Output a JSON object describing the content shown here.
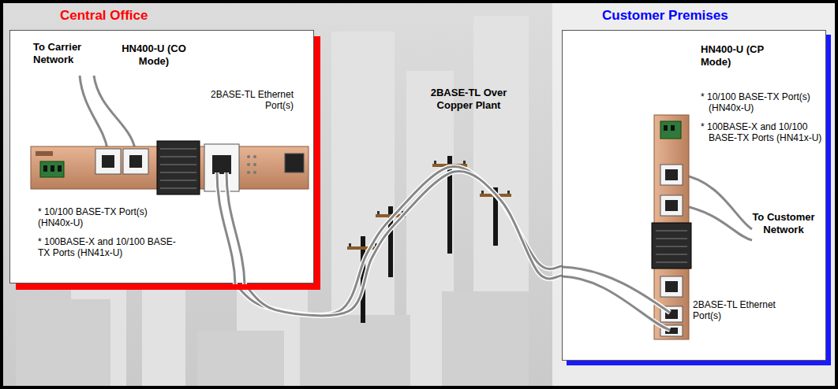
{
  "diagram": {
    "nodes": [
      {
        "text": [
          "Central Office"
        ]
      },
      {
        "text": [
          "Customer Premises"
        ]
      }
    ],
    "edges": [
      {
        "from": 0,
        "to": 1,
        "arrow": "none"
      }
    ],
    "labels": [
      "To Carrier Network",
      "HN400-U (CO Mode)",
      "2BASE-TL Ethernet Port(s)",
      "* 10/100 BASE-TX Port(s) (HN40x-U)",
      "* 100BASE-X and 10/100 BASE-TX Ports (HN41x-U)",
      "2BASE-TL Over Copper Plant",
      "HN400-U (CP Mode)",
      "* 10/100 BASE-TX Port(s) (HN40x-U)",
      "* 100BASE-X and 10/100 BASE-TX Ports (HN41x-U)",
      "To Customer Network",
      "2BASE-TL Ethernet Port(s)"
    ]
  }
}
